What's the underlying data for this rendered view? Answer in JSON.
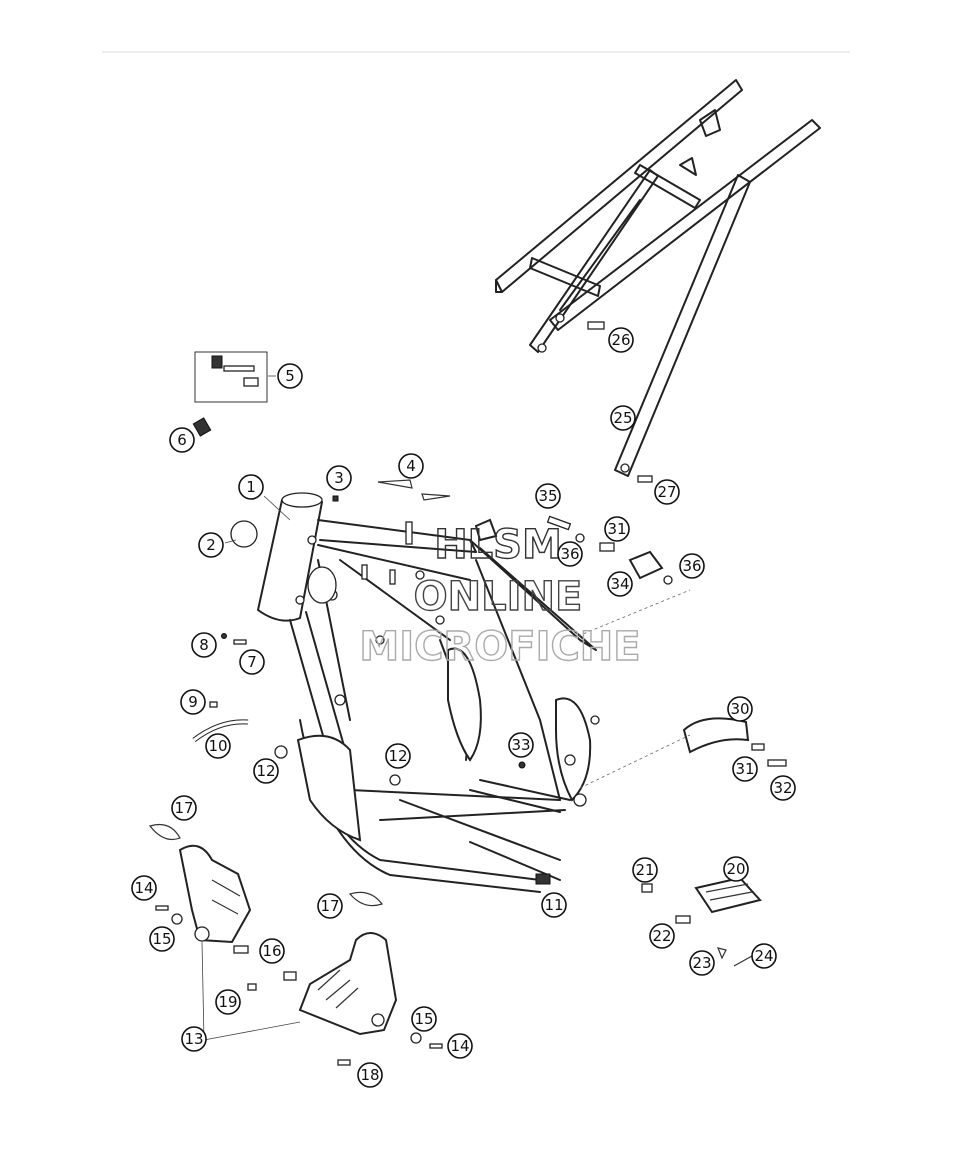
{
  "watermark": {
    "line1": "HLSM",
    "line2": "ONLINE",
    "line3": "MICROFICHE"
  },
  "callouts": [
    {
      "id": "c1",
      "label": "1"
    },
    {
      "id": "c2",
      "label": "2"
    },
    {
      "id": "c3",
      "label": "3"
    },
    {
      "id": "c4",
      "label": "4"
    },
    {
      "id": "c5",
      "label": "5"
    },
    {
      "id": "c6",
      "label": "6"
    },
    {
      "id": "c7",
      "label": "7"
    },
    {
      "id": "c8",
      "label": "8"
    },
    {
      "id": "c9",
      "label": "9"
    },
    {
      "id": "c10",
      "label": "10"
    },
    {
      "id": "c11",
      "label": "11"
    },
    {
      "id": "c12a",
      "label": "12"
    },
    {
      "id": "c12b",
      "label": "12"
    },
    {
      "id": "c13",
      "label": "13"
    },
    {
      "id": "c14a",
      "label": "14"
    },
    {
      "id": "c14b",
      "label": "14"
    },
    {
      "id": "c15a",
      "label": "15"
    },
    {
      "id": "c15b",
      "label": "15"
    },
    {
      "id": "c16",
      "label": "16"
    },
    {
      "id": "c17a",
      "label": "17"
    },
    {
      "id": "c17b",
      "label": "17"
    },
    {
      "id": "c18",
      "label": "18"
    },
    {
      "id": "c19",
      "label": "19"
    },
    {
      "id": "c20",
      "label": "20"
    },
    {
      "id": "c21",
      "label": "21"
    },
    {
      "id": "c22",
      "label": "22"
    },
    {
      "id": "c23",
      "label": "23"
    },
    {
      "id": "c24",
      "label": "24"
    },
    {
      "id": "c25",
      "label": "25"
    },
    {
      "id": "c26",
      "label": "26"
    },
    {
      "id": "c27",
      "label": "27"
    },
    {
      "id": "c30",
      "label": "30"
    },
    {
      "id": "c31a",
      "label": "31"
    },
    {
      "id": "c31b",
      "label": "31"
    },
    {
      "id": "c32",
      "label": "32"
    },
    {
      "id": "c33",
      "label": "33"
    },
    {
      "id": "c34",
      "label": "34"
    },
    {
      "id": "c35",
      "label": "35"
    },
    {
      "id": "c36a",
      "label": "36"
    },
    {
      "id": "c36b",
      "label": "36"
    }
  ]
}
